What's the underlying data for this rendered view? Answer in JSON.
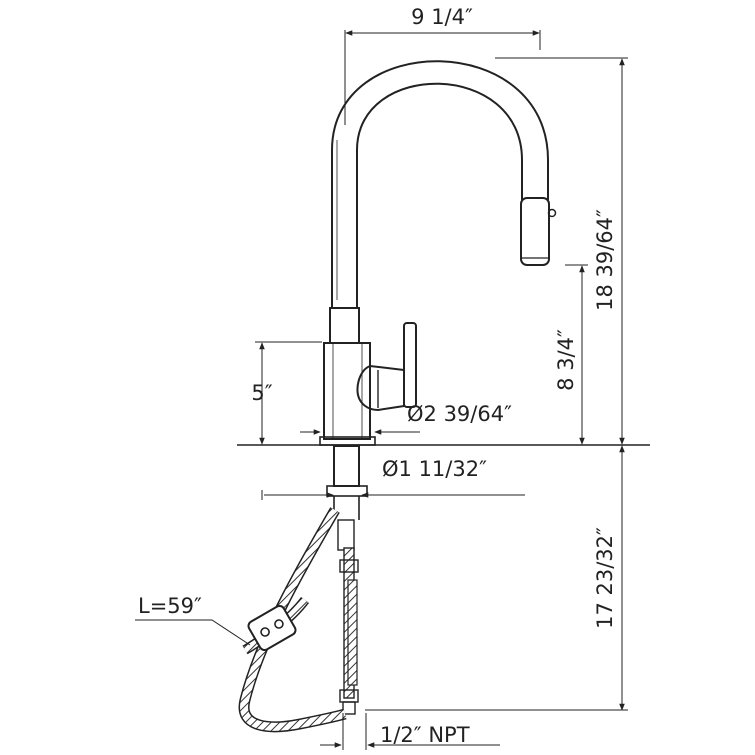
{
  "dimensions": {
    "width_top": "9 1/4″",
    "height_total": "18 39/64″",
    "spout_clearance": "8 3/4″",
    "handle_height": "5″",
    "base_diameter": "Ø2 39/64″",
    "shank_diameter": "Ø1 11/32″",
    "below_deck_length": "17 23/32″",
    "hose_length": "L=59″",
    "connection": "1/2″ NPT"
  }
}
